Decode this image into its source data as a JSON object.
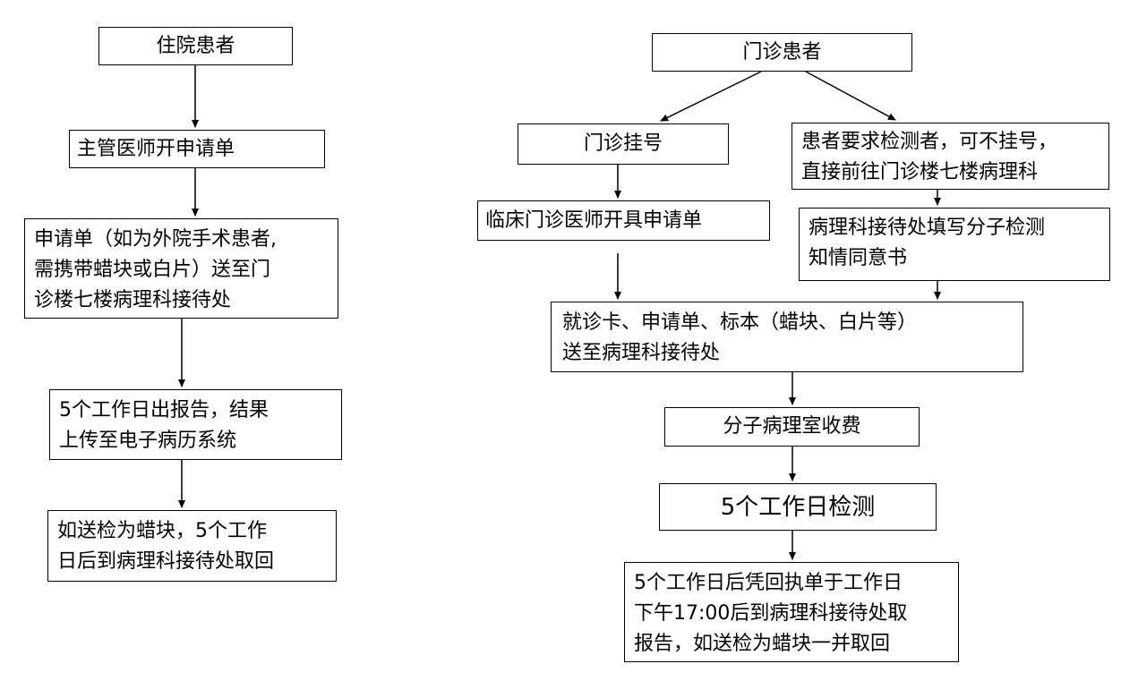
{
  "inpatient": {
    "start": "住院患者",
    "doctor": "主管医师开申请单",
    "submit_lines": [
      "申请单（如为外院手术患者,",
      "需携带蜡块或白片）送至门",
      "诊楼七楼病理科接待处"
    ],
    "report_lines": [
      "5个工作日出报告，结果",
      "上传至电子病历系统"
    ],
    "retrieve_lines": [
      "如送检为蜡块，5个工作",
      "日后到病理科接待处取回"
    ]
  },
  "outpatient": {
    "start": "门诊患者",
    "register": "门诊挂号",
    "direct_lines": [
      "患者要求检测者，可不挂号，",
      "直接前往门诊楼七楼病理科"
    ],
    "clinic_doctor": "临床门诊医师开具申请单",
    "consent_lines": [
      "病理科接待处填写分子检测",
      "知情同意书"
    ],
    "submit_lines": [
      "就诊卡、申请单、标本（蜡块、白片等）",
      "送至病理科接待处"
    ],
    "fee": "分子病理室收费",
    "testing": "5个工作日检测",
    "report_lines": [
      "5个工作日后凭回执单于工作日",
      "下午17:00后到病理科接待处取",
      "报告，如送检为蜡块一并取回"
    ]
  }
}
